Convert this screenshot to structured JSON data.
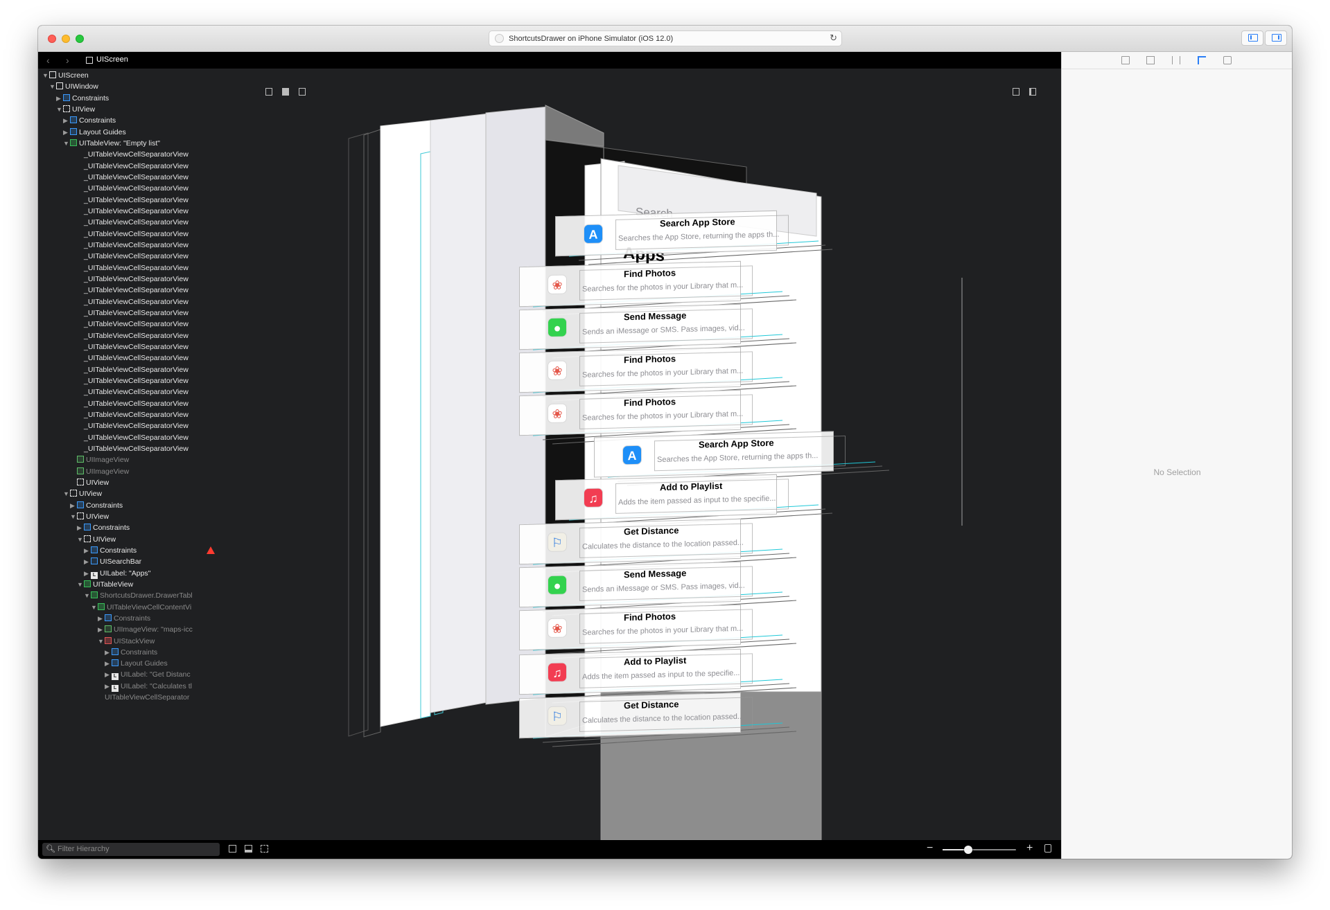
{
  "window": {
    "title": "ShortcutsDrawer on iPhone Simulator (iOS 12.0)",
    "traffic": [
      "close-button",
      "minimize-button",
      "zoom-button"
    ]
  },
  "jumpbar": {
    "crumb": "UIScreen"
  },
  "tree": [
    {
      "level": 0,
      "open": true,
      "icon": "sq",
      "label": "UIScreen"
    },
    {
      "level": 1,
      "open": true,
      "icon": "sq",
      "label": "UIWindow"
    },
    {
      "level": 2,
      "open": false,
      "icon": "blue",
      "label": "Constraints"
    },
    {
      "level": 2,
      "open": true,
      "icon": "dash",
      "label": "UIView"
    },
    {
      "level": 3,
      "open": false,
      "icon": "blue",
      "label": "Constraints"
    },
    {
      "level": 3,
      "open": false,
      "icon": "blue",
      "label": "Layout Guides"
    },
    {
      "level": 3,
      "open": true,
      "icon": "green",
      "label": "UITableView: \"Empty list\""
    },
    {
      "level": 5,
      "icon": "none",
      "label": "_UITableViewCellSeparatorView"
    },
    {
      "level": 5,
      "icon": "none",
      "label": "_UITableViewCellSeparatorView"
    },
    {
      "level": 5,
      "icon": "none",
      "label": "_UITableViewCellSeparatorView"
    },
    {
      "level": 5,
      "icon": "none",
      "label": "_UITableViewCellSeparatorView"
    },
    {
      "level": 5,
      "icon": "none",
      "label": "_UITableViewCellSeparatorView"
    },
    {
      "level": 5,
      "icon": "none",
      "label": "_UITableViewCellSeparatorView"
    },
    {
      "level": 5,
      "icon": "none",
      "label": "_UITableViewCellSeparatorView"
    },
    {
      "level": 5,
      "icon": "none",
      "label": "_UITableViewCellSeparatorView"
    },
    {
      "level": 5,
      "icon": "none",
      "label": "_UITableViewCellSeparatorView"
    },
    {
      "level": 5,
      "icon": "none",
      "label": "_UITableViewCellSeparatorView"
    },
    {
      "level": 5,
      "icon": "none",
      "label": "_UITableViewCellSeparatorView"
    },
    {
      "level": 5,
      "icon": "none",
      "label": "_UITableViewCellSeparatorView"
    },
    {
      "level": 5,
      "icon": "none",
      "label": "_UITableViewCellSeparatorView"
    },
    {
      "level": 5,
      "icon": "none",
      "label": "_UITableViewCellSeparatorView"
    },
    {
      "level": 5,
      "icon": "none",
      "label": "_UITableViewCellSeparatorView"
    },
    {
      "level": 5,
      "icon": "none",
      "label": "_UITableViewCellSeparatorView"
    },
    {
      "level": 5,
      "icon": "none",
      "label": "_UITableViewCellSeparatorView"
    },
    {
      "level": 5,
      "icon": "none",
      "label": "_UITableViewCellSeparatorView"
    },
    {
      "level": 5,
      "icon": "none",
      "label": "_UITableViewCellSeparatorView"
    },
    {
      "level": 5,
      "icon": "none",
      "label": "_UITableViewCellSeparatorView"
    },
    {
      "level": 5,
      "icon": "none",
      "label": "_UITableViewCellSeparatorView"
    },
    {
      "level": 5,
      "icon": "none",
      "label": "_UITableViewCellSeparatorView"
    },
    {
      "level": 5,
      "icon": "none",
      "label": "_UITableViewCellSeparatorView"
    },
    {
      "level": 5,
      "icon": "none",
      "label": "_UITableViewCellSeparatorView"
    },
    {
      "level": 5,
      "icon": "none",
      "label": "_UITableViewCellSeparatorView"
    },
    {
      "level": 5,
      "icon": "none",
      "label": "_UITableViewCellSeparatorView"
    },
    {
      "level": 5,
      "icon": "none",
      "label": "_UITableViewCellSeparatorView"
    },
    {
      "level": 4,
      "icon": "img",
      "label": "UIImageView",
      "dim": true
    },
    {
      "level": 4,
      "icon": "img",
      "label": "UIImageView",
      "dim": true
    },
    {
      "level": 4,
      "icon": "dash",
      "label": "UIView"
    },
    {
      "level": 3,
      "open": true,
      "icon": "dash",
      "label": "UIView"
    },
    {
      "level": 4,
      "open": false,
      "icon": "blue",
      "label": "Constraints"
    },
    {
      "level": 4,
      "open": true,
      "icon": "dash",
      "label": "UIView"
    },
    {
      "level": 5,
      "open": false,
      "icon": "blue",
      "label": "Constraints"
    },
    {
      "level": 5,
      "open": true,
      "icon": "dash",
      "label": "UIView"
    },
    {
      "level": 6,
      "open": false,
      "icon": "blue",
      "label": "Constraints",
      "warn": true
    },
    {
      "level": 6,
      "open": false,
      "icon": "bar",
      "label": "UISearchBar"
    },
    {
      "level": 6,
      "open": false,
      "icon": "lbl",
      "label": "UILabel: \"Apps\""
    },
    {
      "level": 5,
      "open": true,
      "icon": "green",
      "label": "UITableView"
    },
    {
      "level": 6,
      "open": true,
      "icon": "green",
      "label": "ShortcutsDrawer.DrawerTabl",
      "dim": true
    },
    {
      "level": 7,
      "open": true,
      "icon": "green",
      "label": "UITableViewCellContentVi",
      "dim": true
    },
    {
      "level": 8,
      "open": false,
      "icon": "blue",
      "label": "Constraints",
      "dim": true
    },
    {
      "level": 8,
      "open": false,
      "icon": "img",
      "label": "UIImageView: \"maps-icc",
      "dim": true
    },
    {
      "level": 8,
      "open": true,
      "icon": "red",
      "label": "UIStackView",
      "dim": true
    },
    {
      "level": 9,
      "open": false,
      "icon": "blue",
      "label": "Constraints",
      "dim": true
    },
    {
      "level": 9,
      "open": false,
      "icon": "blue",
      "label": "Layout Guides",
      "dim": true
    },
    {
      "level": 9,
      "open": false,
      "icon": "lbl",
      "label": "UILabel: \"Get Distanc",
      "dim": true
    },
    {
      "level": 9,
      "open": false,
      "icon": "lbl",
      "label": "UILabel: \"Calculates tl",
      "dim": true
    },
    {
      "level": 8,
      "icon": "none",
      "label": "UITableViewCellSeparator",
      "dim": true
    }
  ],
  "canvas": {
    "search_placeholder": "Search",
    "header": "Apps",
    "cells": [
      {
        "title": "Search App Store",
        "subtitle": "Searches the App Store, returning the apps th...",
        "icon": "appstore",
        "color": "#1e8ff8"
      },
      {
        "title": "Find Photos",
        "subtitle": "Searches for the photos in your Library that m...",
        "icon": "photos",
        "color": "#ffffff"
      },
      {
        "title": "Send Message",
        "subtitle": "Sends an iMessage or SMS. Pass images, vid...",
        "icon": "messages",
        "color": "#33d24e"
      },
      {
        "title": "Find Photos",
        "subtitle": "Searches for the photos in your Library that m...",
        "icon": "photos",
        "color": "#ffffff"
      },
      {
        "title": "Find Photos",
        "subtitle": "Searches for the photos in your Library that m...",
        "icon": "photos",
        "color": "#ffffff"
      },
      {
        "title": "Search App Store",
        "subtitle": "Searches the App Store, returning the apps th...",
        "icon": "appstore",
        "color": "#1e8ff8"
      },
      {
        "title": "Add to Playlist",
        "subtitle": "Adds the item passed as input to the specifie...",
        "icon": "music",
        "color": "#f23d52"
      },
      {
        "title": "Get Distance",
        "subtitle": "Calculates the distance to the location passed...",
        "icon": "maps",
        "color": "#f1efe6"
      },
      {
        "title": "Send Message",
        "subtitle": "Sends an iMessage or SMS. Pass images, vid...",
        "icon": "messages",
        "color": "#33d24e"
      },
      {
        "title": "Find Photos",
        "subtitle": "Searches for the photos in your Library that m...",
        "icon": "photos",
        "color": "#ffffff"
      },
      {
        "title": "Add to Playlist",
        "subtitle": "Adds the item passed as input to the specifie...",
        "icon": "music",
        "color": "#f23d52"
      },
      {
        "title": "Get Distance",
        "subtitle": "Calculates the distance to the location passed...",
        "icon": "maps",
        "color": "#f1efe6"
      }
    ]
  },
  "bottom": {
    "filter_placeholder": "Filter Hierarchy",
    "zoom_level": 0.35
  },
  "inspector": {
    "empty_text": "No Selection"
  },
  "colors": {
    "accent": "#2a7ef6",
    "warning": "#ff3b30",
    "separator": "#1ec8d8"
  }
}
